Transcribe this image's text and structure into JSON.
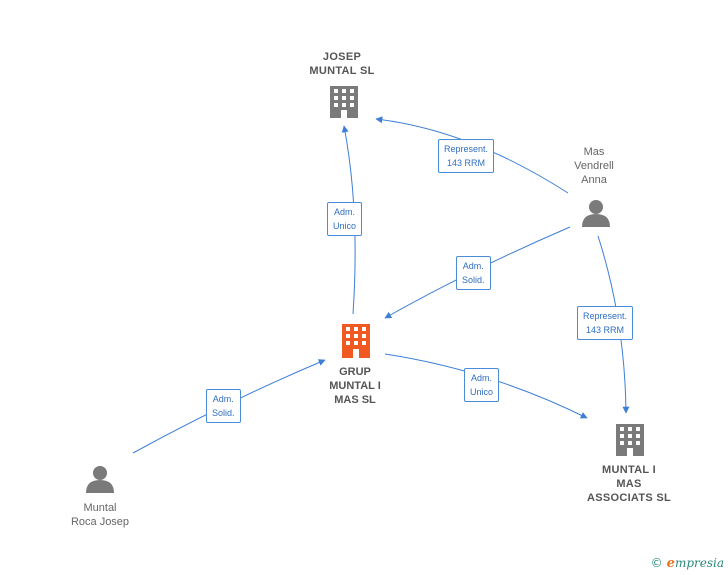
{
  "nodes": {
    "josep_muntal": {
      "label": "JOSEP\nMUNTAL  SL",
      "kind": "company",
      "color": "#7a7a7a",
      "icon": "building-icon"
    },
    "grup_muntal": {
      "label": "GRUP\nMUNTAL I\nMAS  SL",
      "kind": "company",
      "color": "#f05a22",
      "icon": "building-icon"
    },
    "muntal_associats": {
      "label": "MUNTAL I\nMAS\nASSOCIATS  SL",
      "kind": "company",
      "color": "#7a7a7a",
      "icon": "building-icon"
    },
    "mas_vendrell": {
      "label": "Mas\nVendrell\nAnna",
      "kind": "person",
      "color": "#7a7a7a",
      "icon": "person-icon"
    },
    "muntal_roca": {
      "label": "Muntal\nRoca Josep",
      "kind": "person",
      "color": "#7a7a7a",
      "icon": "person-icon"
    }
  },
  "edges": {
    "e1": {
      "label": "Represent.\n143 RRM"
    },
    "e2": {
      "label": "Adm.\nUnico"
    },
    "e3": {
      "label": "Adm.\nSolid."
    },
    "e4": {
      "label": "Represent.\n143 RRM"
    },
    "e5": {
      "label": "Adm.\nUnico"
    },
    "e6": {
      "label": "Adm.\nSolid."
    }
  },
  "edge_color": "#3d7fd6",
  "footer": {
    "copyright": "©",
    "brand_initial": "e",
    "brand_rest": "mpresia"
  }
}
